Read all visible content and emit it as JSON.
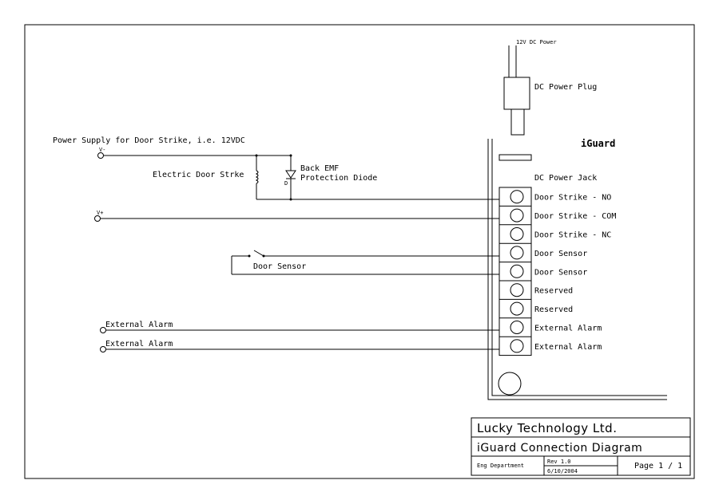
{
  "power": {
    "dc_input_label": "12V DC Power",
    "dc_plug_label": "DC Power Plug",
    "strike_supply_label": "Power Supply for Door Strike, i.e. 12VDC",
    "v_minus": "V-",
    "v_plus": "V+"
  },
  "strike": {
    "coil_label": "Electric Door Strke",
    "diode_label_line1": "Back EMF",
    "diode_label_line2": "Protection Diode",
    "diode_ref": "D"
  },
  "door_sensor_label": "Door Sensor",
  "external_alarm_labels": [
    "External Alarm",
    "External Alarm"
  ],
  "device": {
    "name": "iGuard",
    "jack_label": "DC Power Jack",
    "terminals": [
      "Door Strike - NO",
      "Door Strike - COM",
      "Door Strike - NC",
      "Door Sensor",
      "Door Sensor",
      "Reserved",
      "Reserved",
      "External Alarm",
      "External Alarm"
    ]
  },
  "title_block": {
    "company": "Lucky Technology Ltd.",
    "title": "iGuard Connection Diagram",
    "department": "Eng Department",
    "revision": "Rev 1.0",
    "date": "6/10/2004",
    "page": "Page 1 / 1"
  }
}
